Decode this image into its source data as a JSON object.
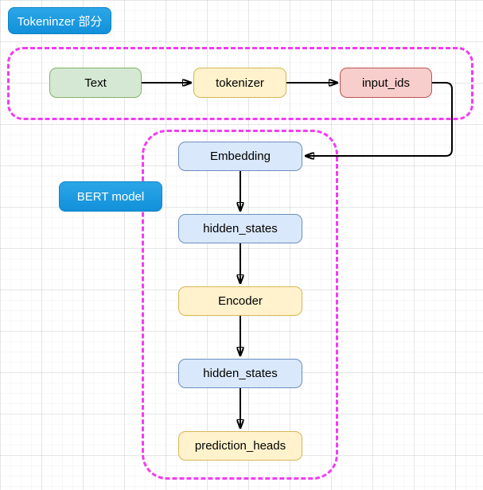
{
  "section_labels": {
    "tokenizer_section": "Tokeninzer 部分",
    "bert_model": "BERT model"
  },
  "diagram": {
    "type": "flowchart",
    "nodes": [
      {
        "id": "text",
        "label": "Text",
        "fill": "#D5E8D4",
        "border": "#82B366"
      },
      {
        "id": "tokenizer",
        "label": "tokenizer",
        "fill": "#FFF2CC",
        "border": "#D6B656"
      },
      {
        "id": "input_ids",
        "label": "input_ids",
        "fill": "#F8CECC",
        "border": "#B85450"
      },
      {
        "id": "embedding",
        "label": "Embedding",
        "fill": "#DAE8FC",
        "border": "#6C8EBF"
      },
      {
        "id": "hidden_states_1",
        "label": "hidden_states",
        "fill": "#DAE8FC",
        "border": "#6C8EBF"
      },
      {
        "id": "encoder",
        "label": "Encoder",
        "fill": "#FFF2CC",
        "border": "#D6B656"
      },
      {
        "id": "hidden_states_2",
        "label": "hidden_states",
        "fill": "#DAE8FC",
        "border": "#6C8EBF"
      },
      {
        "id": "prediction_heads",
        "label": "prediction_heads",
        "fill": "#FFF2CC",
        "border": "#D6B656"
      }
    ],
    "edges": [
      {
        "from": "text",
        "to": "tokenizer"
      },
      {
        "from": "tokenizer",
        "to": "input_ids"
      },
      {
        "from": "input_ids",
        "to": "embedding"
      },
      {
        "from": "embedding",
        "to": "hidden_states_1"
      },
      {
        "from": "hidden_states_1",
        "to": "encoder"
      },
      {
        "from": "encoder",
        "to": "hidden_states_2"
      },
      {
        "from": "hidden_states_2",
        "to": "prediction_heads"
      }
    ],
    "groups": [
      {
        "id": "tokenizer_group",
        "style": "dashed-magenta"
      },
      {
        "id": "bert_group",
        "style": "dashed-magenta"
      }
    ]
  },
  "colors": {
    "badge_blue_top": "#2BA7E7",
    "badge_blue_bottom": "#1290DA",
    "dashed_group_border": "#F23CF2",
    "arrow": "#000000",
    "grid_line_major": "#ECECEC",
    "grid_line_minor": "#F8F8F8",
    "node_green_fill": "#D5E8D4",
    "node_green_border": "#82B366",
    "node_yellow_fill": "#FFF2CC",
    "node_yellow_border": "#D6B656",
    "node_red_fill": "#F8CECC",
    "node_red_border": "#B85450",
    "node_blue_fill": "#DAE8FC",
    "node_blue_border": "#6C8EBF"
  }
}
